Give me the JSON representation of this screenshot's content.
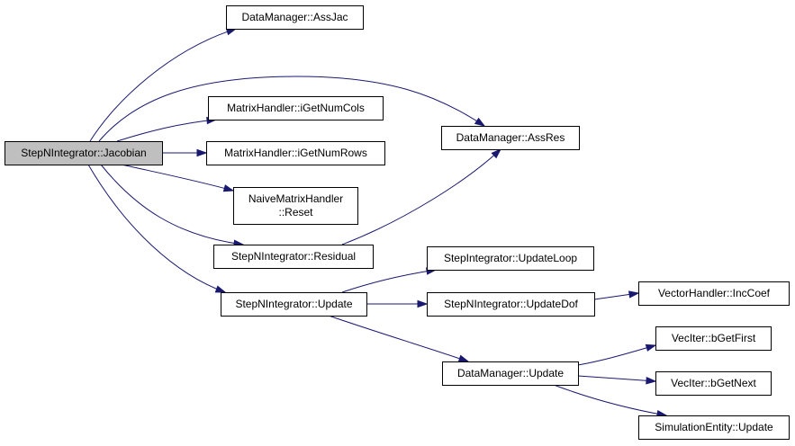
{
  "diagram": {
    "edge_color": "#191970",
    "root_fill": "#bfbfbf",
    "nodes": [
      {
        "id": "jacobian",
        "lines": [
          "StepNIntegrator::Jacobian"
        ],
        "root": true
      },
      {
        "id": "assjac",
        "lines": [
          "DataManager::AssJac"
        ]
      },
      {
        "id": "getcols",
        "lines": [
          "MatrixHandler::iGetNumCols"
        ]
      },
      {
        "id": "getrows",
        "lines": [
          "MatrixHandler::iGetNumRows"
        ]
      },
      {
        "id": "reset",
        "lines": [
          "NaiveMatrixHandler",
          "::Reset"
        ]
      },
      {
        "id": "residual",
        "lines": [
          "StepNIntegrator::Residual"
        ]
      },
      {
        "id": "update",
        "lines": [
          "StepNIntegrator::Update"
        ]
      },
      {
        "id": "assres",
        "lines": [
          "DataManager::AssRes"
        ]
      },
      {
        "id": "updloop",
        "lines": [
          "StepIntegrator::UpdateLoop"
        ]
      },
      {
        "id": "upddof",
        "lines": [
          "StepNIntegrator::UpdateDof"
        ]
      },
      {
        "id": "dmupdate",
        "lines": [
          "DataManager::Update"
        ]
      },
      {
        "id": "inccoef",
        "lines": [
          "VectorHandler::IncCoef"
        ]
      },
      {
        "id": "bgetfirst",
        "lines": [
          "VecIter::bGetFirst"
        ]
      },
      {
        "id": "bgetnext",
        "lines": [
          "VecIter::bGetNext"
        ]
      },
      {
        "id": "simupdate",
        "lines": [
          "SimulationEntity::Update"
        ]
      }
    ],
    "edges": [
      {
        "from": "jacobian",
        "to": "assjac"
      },
      {
        "from": "jacobian",
        "to": "assres"
      },
      {
        "from": "jacobian",
        "to": "getcols"
      },
      {
        "from": "jacobian",
        "to": "getrows"
      },
      {
        "from": "jacobian",
        "to": "reset"
      },
      {
        "from": "jacobian",
        "to": "residual"
      },
      {
        "from": "jacobian",
        "to": "update"
      },
      {
        "from": "residual",
        "to": "assres"
      },
      {
        "from": "update",
        "to": "updloop"
      },
      {
        "from": "update",
        "to": "upddof"
      },
      {
        "from": "update",
        "to": "dmupdate"
      },
      {
        "from": "upddof",
        "to": "inccoef"
      },
      {
        "from": "dmupdate",
        "to": "bgetfirst"
      },
      {
        "from": "dmupdate",
        "to": "bgetnext"
      },
      {
        "from": "dmupdate",
        "to": "simupdate"
      }
    ]
  }
}
